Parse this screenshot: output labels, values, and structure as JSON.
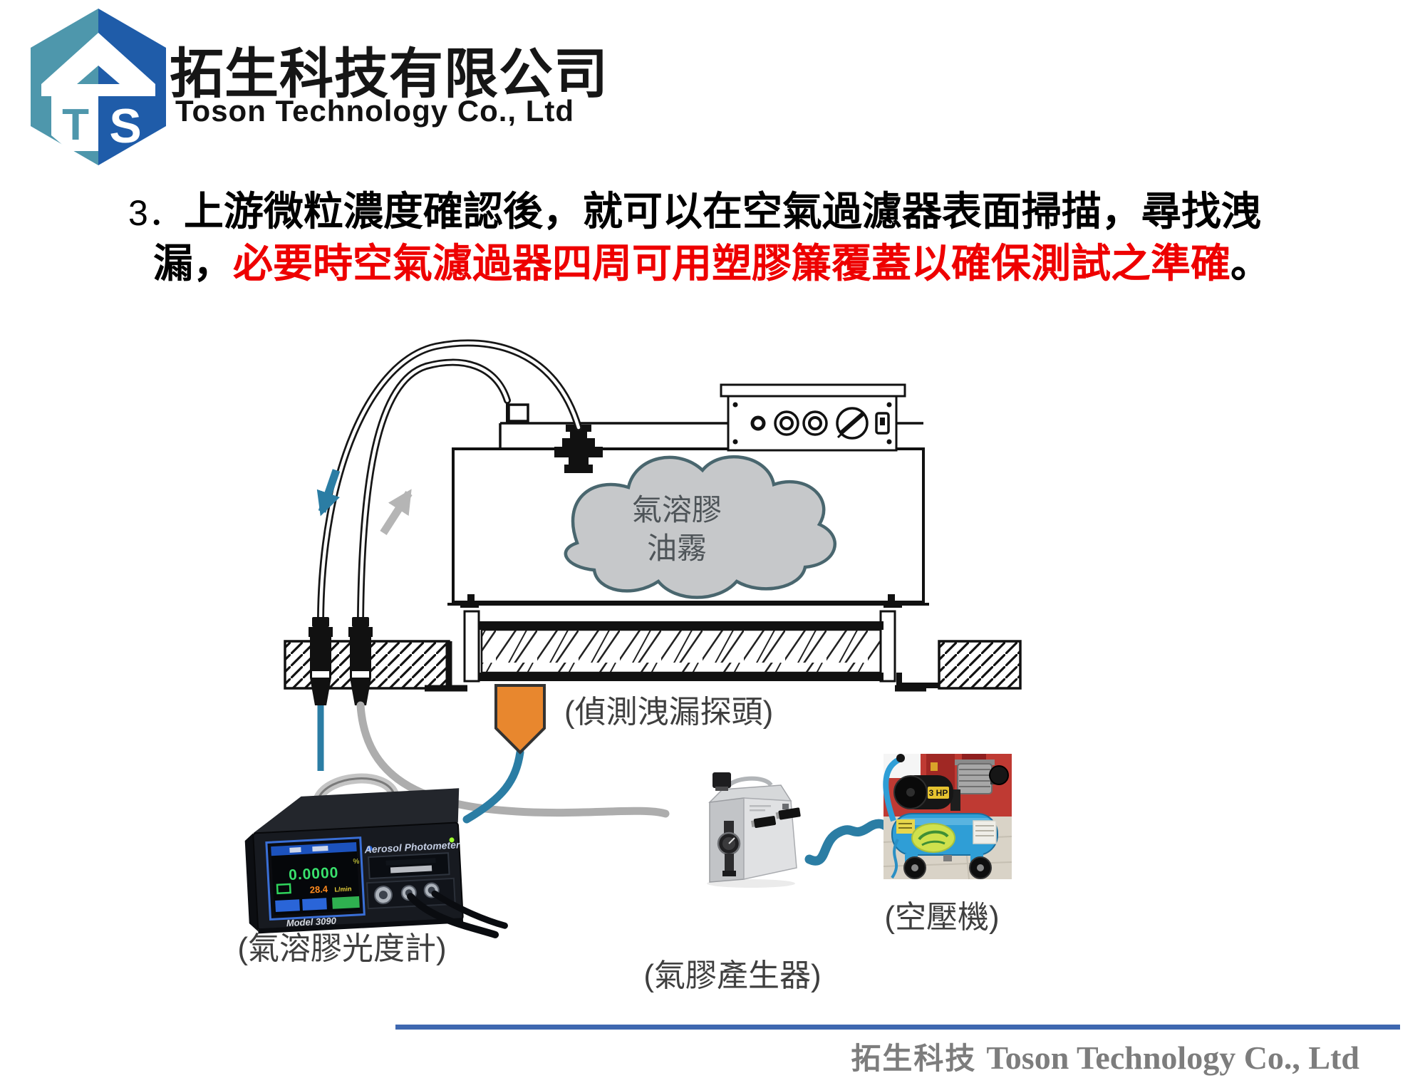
{
  "logo": {
    "monogram_t": "T",
    "monogram_s": "S",
    "company_zh": "拓生科技有限公司",
    "company_en": "Toson Technology Co., Ltd"
  },
  "heading": {
    "number_prefix": "3．",
    "line1_rest": "上游微粒濃度確認後，就可以在空氣過濾器表面掃描，尋找洩",
    "line2_black": "漏，",
    "line2_red": "必要時空氣濾過器四周可用塑膠簾覆蓋以確保測試之準確",
    "line2_tail": "。"
  },
  "diagram": {
    "cloud_label_line1": "氣溶膠",
    "cloud_label_line2": "油霧",
    "probe_label": "(偵測洩漏探頭)",
    "photometer": {
      "label": "(氣溶膠光度計)",
      "brand": "Aerosol Photometer",
      "model": "Model 3090",
      "reading": "0.0000",
      "flow_value": "28.4",
      "flow_unit": "L/min"
    },
    "generator": {
      "label": "(氣膠產生器)"
    },
    "compressor": {
      "label": "(空壓機)",
      "motor_power": "3 HP"
    }
  },
  "footer": {
    "company_zh": "拓生科技",
    "company_en": "Toson Technology Co., Ltd"
  },
  "colors": {
    "accent_red": "#ee0000",
    "logo_teal": "#4e97ac",
    "logo_blue": "#1f5ca9",
    "tube_teal": "#2b7da4",
    "tube_gray": "#adadad",
    "probe_orange": "#e8872e",
    "footer_line_blue": "#3e68b0"
  }
}
